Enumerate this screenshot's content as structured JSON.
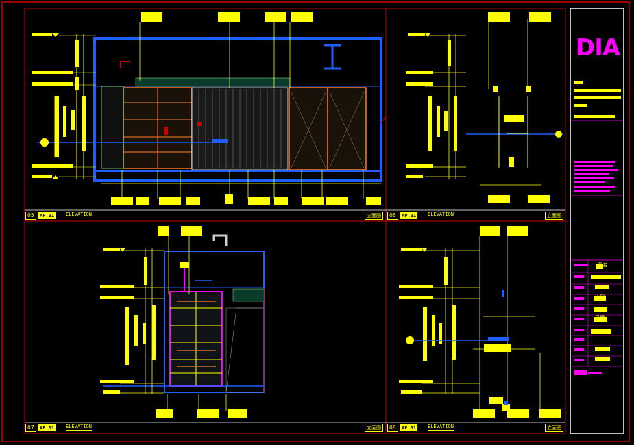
{
  "panels": [
    {
      "number": "05",
      "ref": "AP.01",
      "title": "ELEVATION",
      "scale": "立面图"
    },
    {
      "number": "06",
      "ref": "AP.01",
      "title": "ELEVATION",
      "scale": "立面图"
    },
    {
      "number": "07",
      "ref": "AP.01",
      "title": "ELEVATION",
      "scale": "立面图"
    },
    {
      "number": "08",
      "ref": "AP.01",
      "title": "ELEVATION",
      "scale": "立面图"
    }
  ],
  "title_block": {
    "logo": "DIA",
    "fields": [
      "图名",
      "比例",
      "日期"
    ]
  },
  "colors": {
    "background": "#000000",
    "frame": "#cc0000",
    "dimension": "#ffff00",
    "structure": "#1f5fff",
    "finish": "#ff7f27",
    "accent": "#ff00ff",
    "panel_line": "#ffffff"
  }
}
